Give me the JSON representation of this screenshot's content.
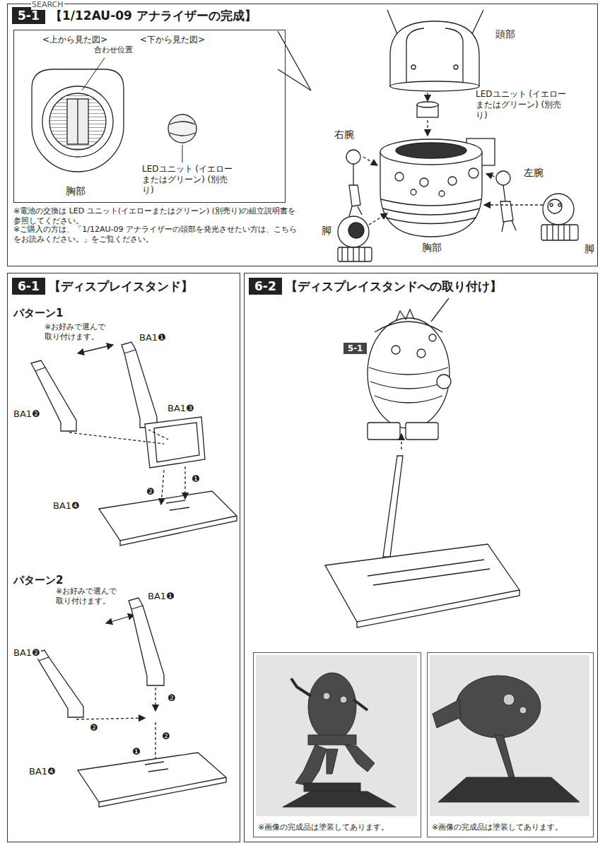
{
  "diagram": {
    "nodes": [
      {
        "text": [
          "5-1",
          "【1/12AU-09 アナライザーの完成】"
        ]
      },
      {
        "text": [
          "<上から見た図>",
          "<下から見た図>"
        ],
        "in": 0
      },
      {
        "text": [
          "6-1",
          "【ディスプレイスタンド】"
        ]
      },
      {
        "text": [
          "6-2",
          "【ディスプレイスタンドへの取り付け】"
        ]
      },
      {
        "text": [
          "5-1"
        ],
        "in": 3
      },
      {
        "text": [
          "※画像の完成品は塗装してあります。"
        ],
        "in": 3
      },
      {
        "text": [
          "※画像の完成品は塗装してあります。"
        ],
        "in": 3
      }
    ],
    "labels": [
      "SEARCH",
      "合わせ位置",
      "LEDユニット (イエローまたはグリーン) (別売り)",
      "胸部",
      "※電池の交換は LED ユニット(イエローまたはグリーン) (別売り)の組立説明書を参照してください。",
      "※ご購入の方は、「1/12AU-09 アナライザーの頭部を発光させたい方は、こちらをお読みください。」をご覧ください。",
      "頭部",
      "LEDユニット (イエローまたはグリーン) (別売り)",
      "右腕",
      "左腕",
      "胸部",
      "脚",
      "脚",
      "パターン1",
      "※お好みで選んで取り付けます。",
      "BA1❶",
      "BA1❷",
      "BA1❸",
      "BA1❹",
      "❶",
      "❷",
      "パターン2",
      "※お好みで選んで取り付けます。",
      "BA1❶",
      "BA1❷",
      "BA1❹",
      "❷",
      "❷",
      "❷",
      "❶"
    ]
  }
}
